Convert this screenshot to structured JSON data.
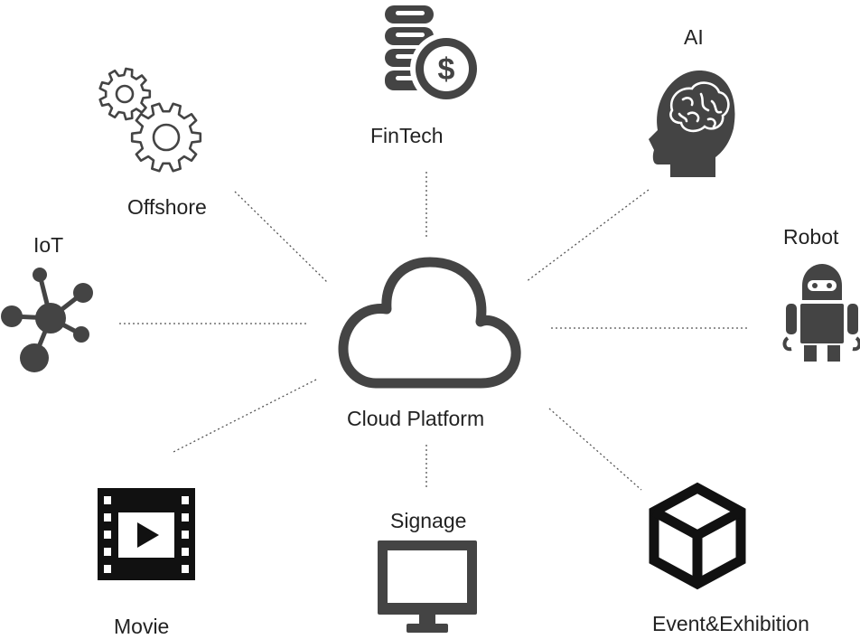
{
  "center": {
    "label": "Cloud Platform",
    "icon": "cloud-icon"
  },
  "nodes": {
    "fintech": {
      "label": "FinTech",
      "icon": "coins-dollar-icon"
    },
    "ai": {
      "label": "AI",
      "icon": "brain-head-icon"
    },
    "robot": {
      "label": "Robot",
      "icon": "robot-icon"
    },
    "event": {
      "label": "Event&Exhibition",
      "icon": "cube-icon"
    },
    "signage": {
      "label": "Signage",
      "icon": "monitor-icon"
    },
    "movie": {
      "label": "Movie",
      "icon": "film-play-icon"
    },
    "iot": {
      "label": "IoT",
      "icon": "network-hub-icon"
    },
    "offshore": {
      "label": "Offshore",
      "icon": "gears-icon"
    }
  },
  "colors": {
    "icon": "#444444",
    "text": "#222222",
    "connector": "#555555"
  }
}
